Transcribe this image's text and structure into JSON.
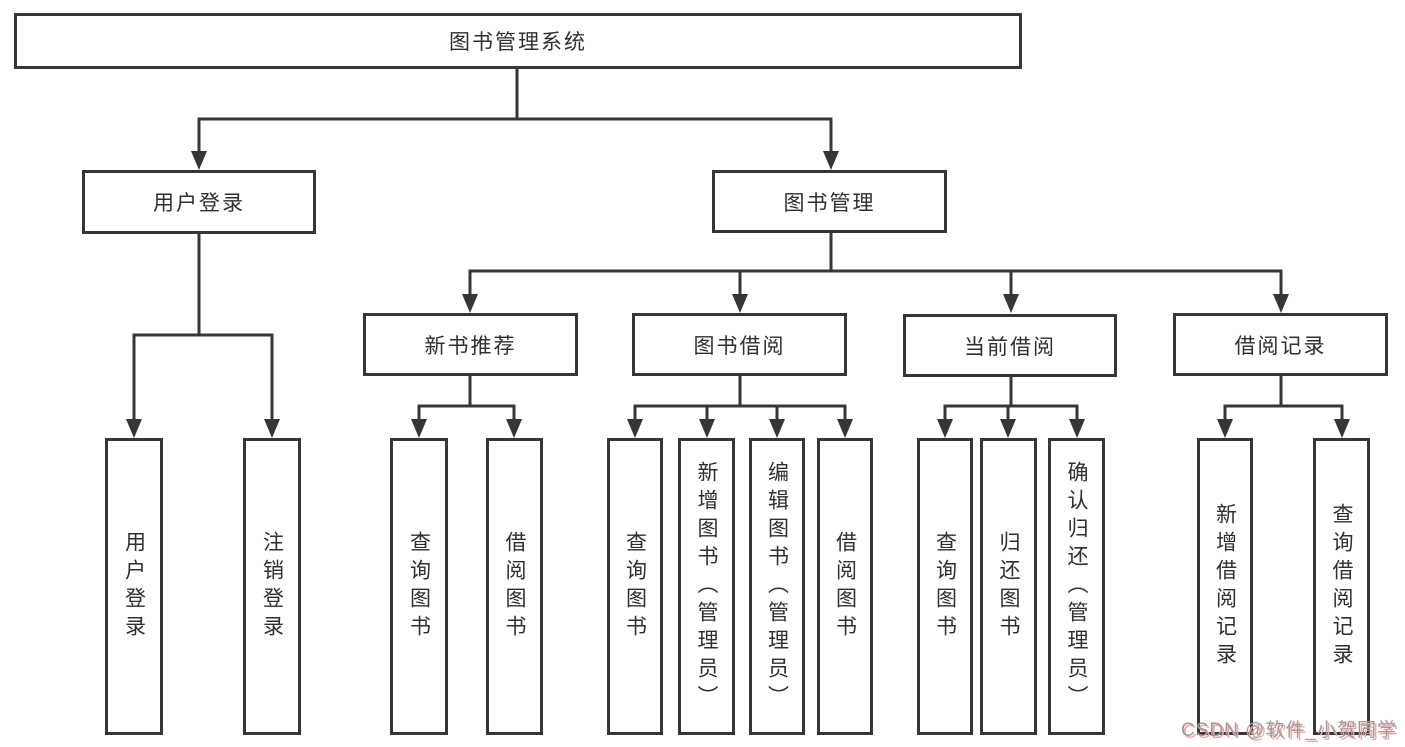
{
  "diagram": {
    "root": {
      "label": "图书管理系统"
    },
    "branches": [
      {
        "label": "用户登录",
        "children": [
          {
            "label": "用户登录"
          },
          {
            "label": "注销登录"
          }
        ]
      },
      {
        "label": "图书管理",
        "children": [
          {
            "label": "新书推荐",
            "children": [
              {
                "label": "查询图书"
              },
              {
                "label": "借阅图书"
              }
            ]
          },
          {
            "label": "图书借阅",
            "children": [
              {
                "label": "查询图书"
              },
              {
                "label": "新增图书（管理员）"
              },
              {
                "label": "编辑图书（管理员）"
              },
              {
                "label": "借阅图书"
              }
            ]
          },
          {
            "label": "当前借阅",
            "children": [
              {
                "label": "查询图书"
              },
              {
                "label": "归还图书"
              },
              {
                "label": "确认归还（管理员）"
              }
            ]
          },
          {
            "label": "借阅记录",
            "children": [
              {
                "label": "新增借阅记录"
              },
              {
                "label": "查询借阅记录"
              }
            ]
          }
        ]
      }
    ]
  },
  "watermark": {
    "text": "CSDN @软件_小贺同学"
  },
  "colors": {
    "line": "#363636",
    "box_background": "#ffffff",
    "text": "#2f2f2f",
    "watermark": "#9c9c9c",
    "watermark_accent": "#f5a3a3"
  }
}
